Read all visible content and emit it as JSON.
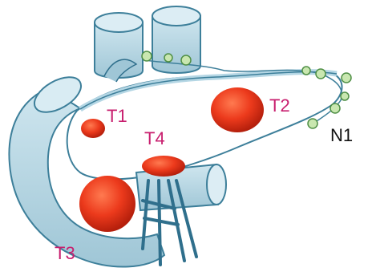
{
  "colors": {
    "organ_fill": "#b4d6e4",
    "organ_stroke": "#3d7f9a",
    "organ_dark": "#7fb0c7",
    "vessel_lines": "#2f6f8c",
    "tumor_fill": "#e8321a",
    "tumor_core": "#ff5a3c",
    "node_fill": "#c9e7b0",
    "node_stroke": "#4f8f45",
    "label_tumor": "#c81e6e",
    "label_node": "#111111"
  },
  "labels": {
    "t1": "T1",
    "t2": "T2",
    "t3": "T3",
    "t4": "T4",
    "n1": "N1"
  },
  "icons": {
    "organ": "pancreas-illustration",
    "tumor": "tumor-blob",
    "lymph_node": "lymph-node-circle"
  }
}
